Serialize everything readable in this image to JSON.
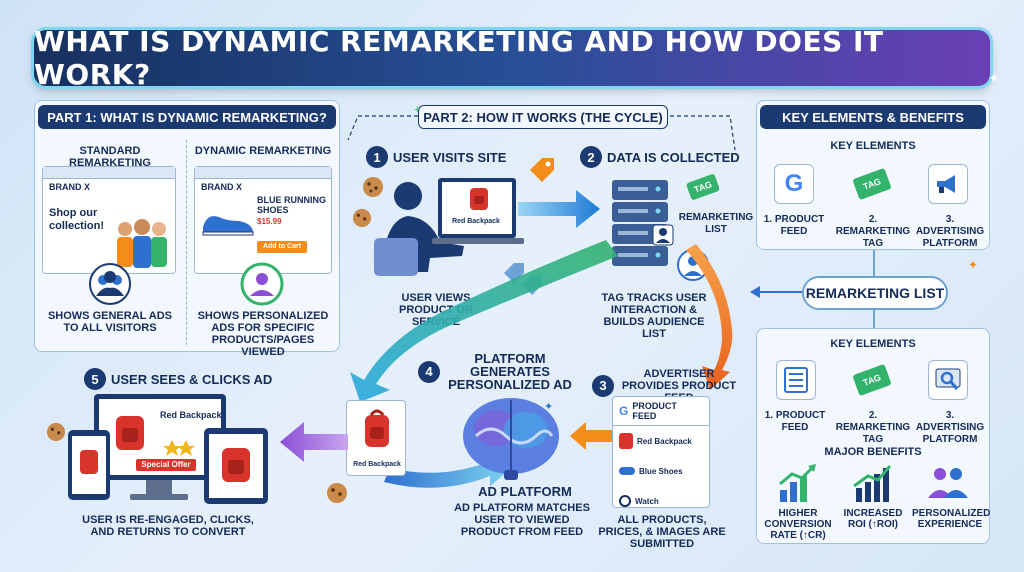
{
  "title": "WHAT IS DYNAMIC REMARKETING AND HOW DOES IT WORK?",
  "part1": {
    "heading": "PART 1: WHAT IS DYNAMIC REMARKETING?",
    "standard": {
      "heading": "STANDARD REMARKETING",
      "brand": "BRAND X",
      "ad_text": "Shop our collection!",
      "caption": "SHOWS GENERAL ADS TO ALL VISITORS"
    },
    "dynamic": {
      "heading": "DYNAMIC REMARKETING",
      "brand": "BRAND X",
      "product": "BLUE RUNNING SHOES",
      "price": "$15.99",
      "cta": "Add to Cart",
      "caption": "SHOWS PERSONALIZED ADS FOR SPECIFIC PRODUCTS/PAGES VIEWED"
    }
  },
  "part2": {
    "heading": "PART 2: HOW IT WORKS (THE CYCLE)",
    "step1": {
      "num": "1",
      "title": "USER VISITS SITE",
      "product": "Red Backpack",
      "caption": "USER VIEWS PRODUCT OR SERVICE"
    },
    "step2": {
      "num": "2",
      "title": "DATA IS COLLECTED",
      "tag": "TAG",
      "list_label": "REMARKETING LIST",
      "caption": "TAG TRACKS USER INTERACTION & BUILDS AUDIENCE LIST"
    },
    "step3": {
      "num": "3",
      "title": "ADVERTISER PROVIDES PRODUCT FEED",
      "feed_title": "PRODUCT FEED",
      "items": [
        "Red Backpack",
        "Blue Shoes",
        "Watch"
      ],
      "caption": "ALL PRODUCTS, PRICES, & IMAGES ARE SUBMITTED"
    },
    "step4": {
      "num": "4",
      "title": "PLATFORM GENERATES PERSONALIZED AD",
      "ad_product": "Red Backpack",
      "platform_label": "AD PLATFORM",
      "caption": "AD PLATFORM MATCHES USER TO VIEWED PRODUCT FROM FEED"
    },
    "step5": {
      "num": "5",
      "title": "USER SEES & CLICKS AD",
      "product": "Red Backpack",
      "offer": "Special Offer",
      "caption": "USER IS RE-ENGAGED, CLICKS, AND RETURNS TO CONVERT"
    }
  },
  "key_top": {
    "heading": "KEY ELEMENTS & BENEFITS",
    "sub": "KEY ELEMENTS",
    "items": [
      "1. PRODUCT FEED",
      "2. REMARKETING TAG",
      "3. ADVERTISING PLATFORM"
    ],
    "tag": "TAG"
  },
  "remarketing_list": "REMARKETING LIST",
  "key_bottom": {
    "sub": "KEY ELEMENTS",
    "items": [
      "1. PRODUCT FEED",
      "2. REMARKETING TAG",
      "3. ADVERTISING PLATFORM"
    ],
    "tag": "TAG",
    "benefits_heading": "MAJOR BENEFITS",
    "benefits": [
      "HIGHER CONVERSION RATE (↑CR)",
      "INCREASED ROI (↑ROI)",
      "PERSONALIZED EXPERIENCE"
    ]
  },
  "colors": {
    "navy": "#1b3a72",
    "orange": "#f28c1b",
    "green": "#33b36b",
    "red": "#d9342b",
    "purple": "#8a4fd6"
  }
}
